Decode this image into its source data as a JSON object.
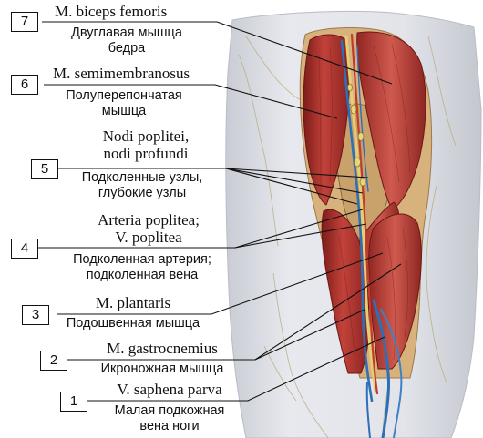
{
  "labels": [
    {
      "number": "7",
      "latin": "M. biceps femoris",
      "rus_1": "Двуглавая мышца",
      "rus_2": "бедра"
    },
    {
      "number": "6",
      "latin": "M. semimembranosus",
      "rus_1": "Полуперепончатая",
      "rus_2": "мышца"
    },
    {
      "number": "5",
      "latin_1": "Nodi poplitei,",
      "latin_2": "nodi profundi",
      "rus_1": "Подколенные узлы,",
      "rus_2": "глубокие узлы"
    },
    {
      "number": "4",
      "latin_1": "Arteria poplitea;",
      "latin_2": "V. poplitea",
      "rus_1": "Подколенная артерия;",
      "rus_2": "подколенная вена"
    },
    {
      "number": "3",
      "latin": "M. plantaris",
      "rus_1": "Подошвенная мышца"
    },
    {
      "number": "2",
      "latin": "M. gastrocnemius",
      "rus_1": "Икроножная мышца"
    },
    {
      "number": "1",
      "latin": "V. saphena parva",
      "rus_1": "Малая подкожная",
      "rus_2": "вена ноги"
    }
  ],
  "colors": {
    "muscle": "#b0312d",
    "muscle_dark": "#7e1c1a",
    "skin": "#dfe2e8",
    "vein": "#2f6fb8",
    "artery": "#c23b2f",
    "nerve": "#e6cf72",
    "fat": "#d9b97a"
  }
}
